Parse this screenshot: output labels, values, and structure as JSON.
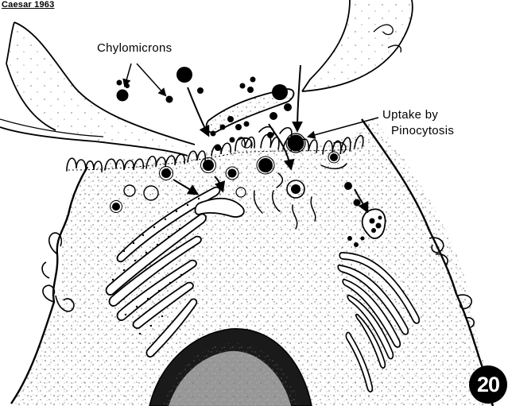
{
  "figure": {
    "credit": "Caesar 1963",
    "figure_number": "20",
    "labels": {
      "chylomicrons": "Chylomicrons",
      "uptake_line1": "Uptake by",
      "uptake_line2": "Pinocytosis"
    }
  },
  "colors": {
    "ink": "#000000",
    "paper": "#ffffff",
    "stipple": "#6b6b6b"
  }
}
